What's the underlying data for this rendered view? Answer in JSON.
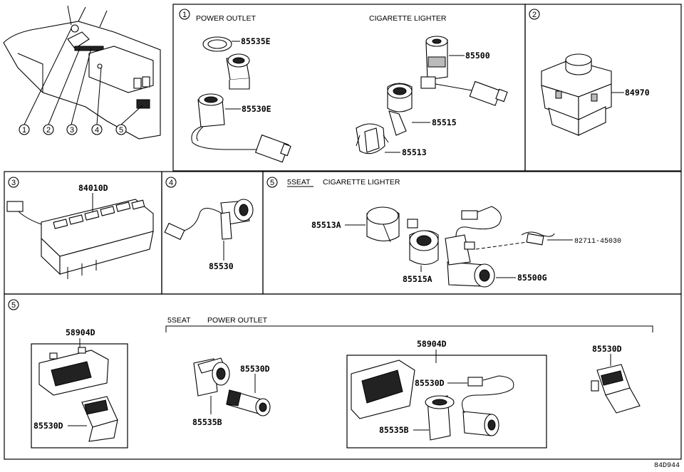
{
  "overview": {
    "callouts": [
      "1",
      "2",
      "3",
      "4",
      "5"
    ]
  },
  "panel1": {
    "index": "1",
    "label_left": "POWER OUTLET",
    "label_right": "CIGARETTE LIGHTER",
    "parts": [
      "85535E",
      "85530E",
      "85500",
      "85515",
      "85513"
    ]
  },
  "panel2": {
    "index": "2",
    "parts": [
      "84970"
    ]
  },
  "panel3": {
    "index": "3",
    "parts": [
      "84010D"
    ]
  },
  "panel4": {
    "index": "4",
    "parts": [
      "85530"
    ]
  },
  "panel5a": {
    "index": "5",
    "label_seat": "5SEAT",
    "label_name": "CIGARETTE LIGHTER",
    "parts": [
      "85513A",
      "85515A",
      "85500G",
      "82711-45030"
    ]
  },
  "panel5b": {
    "index": "5",
    "label_seat": "5SEAT",
    "label_name": "POWER OUTLET",
    "parts": [
      "58904D",
      "85530D",
      "85535B",
      "85530D",
      "58904D",
      "85530D",
      "85535B",
      "85530D"
    ]
  },
  "ref_code": "84D944"
}
